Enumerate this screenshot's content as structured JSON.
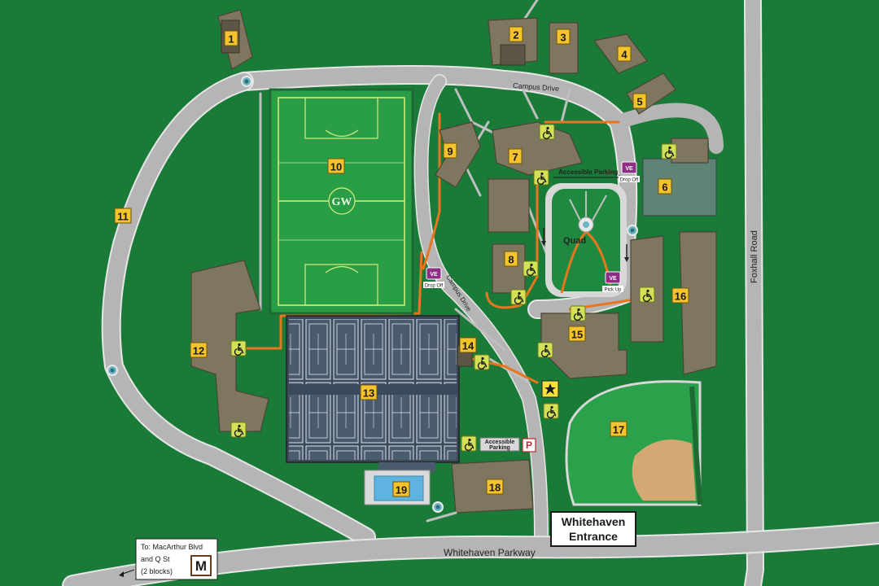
{
  "map": {
    "roads": {
      "campus_drive": "Campus Drive",
      "campus_drive_2": "Campus Drive",
      "foxhall_road": "Foxhall Road",
      "whitehaven_parkway": "Whitehaven Parkway"
    },
    "quad_label": "Quad",
    "accessible_parking_1": "Accessible Parking",
    "accessible_parking_2": "Accessible\nParking",
    "entrance": {
      "line1": "Whitehaven",
      "line2": "Entrance"
    },
    "metro_sign": {
      "line1": "To: MacArthur Blvd",
      "line2": "and Q St",
      "line3": "(2 blocks)",
      "icon": "M"
    },
    "shuttle_stops": [
      {
        "badge": "VE",
        "caption": "Drop Off"
      },
      {
        "badge": "VE",
        "caption": "Drop Off"
      },
      {
        "badge": "VE",
        "caption": "Pick Up"
      }
    ],
    "parking_icon": "P",
    "field_logo": "GW",
    "icons": [
      "accessible-icon",
      "shuttle-stop-icon",
      "parking-icon",
      "star-icon",
      "metro-icon",
      "bus-stop-icon",
      "fountain-icon"
    ],
    "colors": {
      "grass": "#1a7a37",
      "field": "#2aa14a",
      "road": "#b5b5b5",
      "accessible_route": "#e8761f",
      "label_box": "#f5c32c",
      "accessible_box": "#d4e157"
    },
    "buildings": [
      {
        "id": "1"
      },
      {
        "id": "2"
      },
      {
        "id": "3"
      },
      {
        "id": "4"
      },
      {
        "id": "5"
      },
      {
        "id": "6"
      },
      {
        "id": "7"
      },
      {
        "id": "8"
      },
      {
        "id": "9"
      },
      {
        "id": "10"
      },
      {
        "id": "11"
      },
      {
        "id": "12"
      },
      {
        "id": "13"
      },
      {
        "id": "14"
      },
      {
        "id": "15"
      },
      {
        "id": "16"
      },
      {
        "id": "17"
      },
      {
        "id": "18"
      },
      {
        "id": "19"
      }
    ]
  }
}
